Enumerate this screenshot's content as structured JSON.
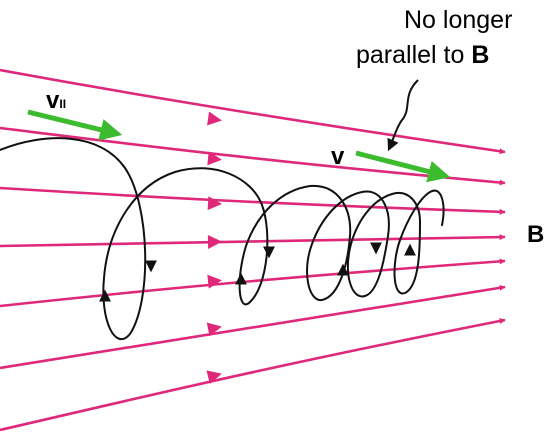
{
  "annotation": {
    "line1": "No longer",
    "line2_prefix": "parallel to ",
    "line2_symbol": "B"
  },
  "field_label": "B",
  "velocity_label": "v",
  "parallel_velocity_label": {
    "symbol": "v",
    "subscript": "II"
  },
  "colors": {
    "field_lines": "#e0287a",
    "velocity_vectors": "#3dbb2f",
    "trajectory": "#111111",
    "text": "#000000"
  }
}
